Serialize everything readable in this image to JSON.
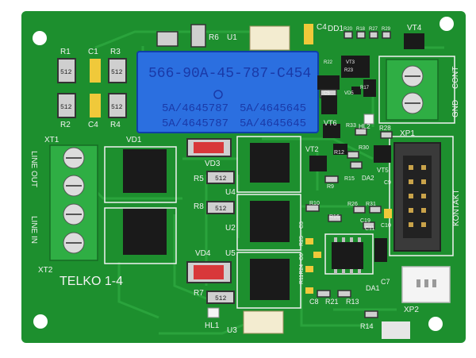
{
  "board": {
    "title": "TELKO 1-4",
    "colors": {
      "mask": "#1d8f2e",
      "trace": "#2aa33c",
      "silk": "#f2f2f2",
      "terminal": "#2fae44",
      "relay": "#2b6fe0",
      "chip": "#1a1a1a",
      "header": "#3a3a3a"
    }
  },
  "relay": {
    "part_number": "566-90A-45-787-C454",
    "ratings": [
      "5A/4645787",
      "5A/4645645",
      "5A/4645787",
      "5A/4645645"
    ]
  },
  "connectors": {
    "xt1": "XT1",
    "xt2": "XT2",
    "line_out": "LINE OUT",
    "line_in": "LINE IN",
    "xp1": "XP1",
    "xp2": "XP2",
    "kontakt": "KONTAKT",
    "cont": "CONT",
    "gnd": "GND"
  },
  "resistor_code": "512",
  "designators": {
    "r1": "R1",
    "r2": "R2",
    "r3": "R3",
    "r4": "R4",
    "c1": "C1",
    "c4a": "C4",
    "r6": "R6",
    "u1": "U1",
    "c4b": "C4",
    "dd1": "DD1",
    "r20": "R20",
    "r18": "R18",
    "r27": "R27",
    "r29": "R29",
    "vt4": "VT4",
    "r22": "R22",
    "vt3": "VT3",
    "r23": "R23",
    "r17": "R17",
    "c5": "C5",
    "vd5": "VD5",
    "vd1": "VD1",
    "vd3": "VD3",
    "vd4": "VD4",
    "r5": "R5",
    "r8": "R8",
    "r7": "R7",
    "u2": "U2",
    "u3": "U3",
    "u4": "U4",
    "u5": "U5",
    "hl1": "HL1",
    "hl2": "HL2",
    "vt6": "VT6",
    "r33": "R33",
    "r28": "R28",
    "vt2": "VT2",
    "r12": "R12",
    "r30": "R30",
    "vt5": "VT5",
    "r15": "R15",
    "da2": "DA2",
    "r9": "R9",
    "c9": "C9",
    "r10": "R10",
    "r16": "R16",
    "r26": "R26",
    "r31": "R31",
    "c19": "C19",
    "c10": "C10",
    "c3": "C3",
    "r25": "R25",
    "c11": "C11",
    "c6": "C6",
    "r11r24": "R11R24",
    "c8": "C8",
    "r21": "R21",
    "r13": "R13",
    "da1": "DA1",
    "c7": "C7",
    "r14": "R14"
  }
}
